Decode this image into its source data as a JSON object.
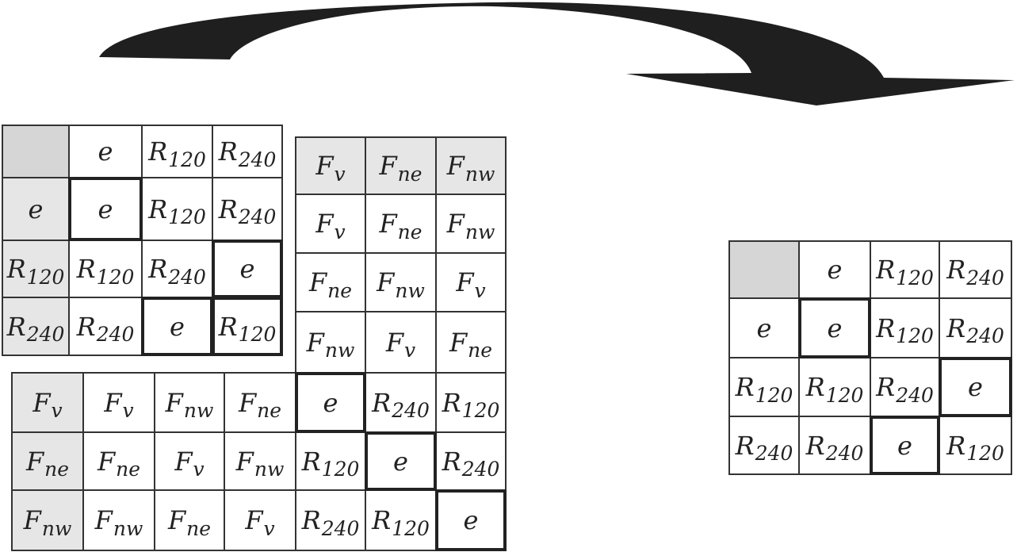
{
  "tables": {
    "left_top": {
      "rows": [
        [
          "",
          "e",
          "R_120",
          "R_240"
        ],
        [
          "e",
          "e",
          "R_120",
          "R_240"
        ],
        [
          "R_120",
          "R_120",
          "R_240",
          "e"
        ],
        [
          "R_240",
          "R_240",
          "e",
          "R_120"
        ]
      ],
      "shaded": [
        [
          0,
          0
        ],
        [
          1,
          0
        ],
        [
          2,
          0
        ],
        [
          3,
          0
        ]
      ],
      "dark": [
        [
          0,
          0
        ]
      ],
      "bold": [
        [
          1,
          1
        ],
        [
          2,
          3
        ],
        [
          3,
          2
        ],
        [
          3,
          3
        ]
      ]
    },
    "right_top": {
      "rows": [
        [
          "F_v",
          "F_ne",
          "F_nw"
        ],
        [
          "F_v",
          "F_ne",
          "F_nw"
        ],
        [
          "F_ne",
          "F_nw",
          "F_v"
        ],
        [
          "F_nw",
          "F_v",
          "F_ne"
        ]
      ],
      "shaded": [
        [
          0,
          0
        ],
        [
          0,
          1
        ],
        [
          0,
          2
        ]
      ],
      "dark": [],
      "bold": []
    },
    "bottom": {
      "rows": [
        [
          "F_v",
          "F_v",
          "F_nw",
          "F_ne",
          "e",
          "R_240",
          "R_120"
        ],
        [
          "F_ne",
          "F_ne",
          "F_v",
          "F_nw",
          "R_120",
          "e",
          "R_240"
        ],
        [
          "F_nw",
          "F_nw",
          "F_ne",
          "F_v",
          "R_240",
          "R_120",
          "e"
        ]
      ],
      "shaded": [
        [
          0,
          0
        ],
        [
          1,
          0
        ],
        [
          2,
          0
        ]
      ],
      "dark": [],
      "bold": [
        [
          0,
          4
        ],
        [
          1,
          5
        ],
        [
          2,
          6
        ]
      ]
    },
    "result": {
      "rows": [
        [
          "",
          "e",
          "R_120",
          "R_240"
        ],
        [
          "e",
          "e",
          "R_120",
          "R_240"
        ],
        [
          "R_120",
          "R_120",
          "R_240",
          "e"
        ],
        [
          "R_240",
          "R_240",
          "e",
          "R_120"
        ]
      ],
      "shaded": [
        [
          0,
          0
        ]
      ],
      "dark": [
        [
          0,
          0
        ]
      ],
      "bold": [
        [
          1,
          1
        ],
        [
          2,
          3
        ],
        [
          3,
          2
        ]
      ]
    }
  },
  "colors": {
    "arrow": "#1f1f1f",
    "border": "#333333",
    "shade": "#e6e6e6",
    "dark_shade": "#d6d6d6"
  },
  "icons": {
    "arrow": "curved-arrow-icon"
  }
}
